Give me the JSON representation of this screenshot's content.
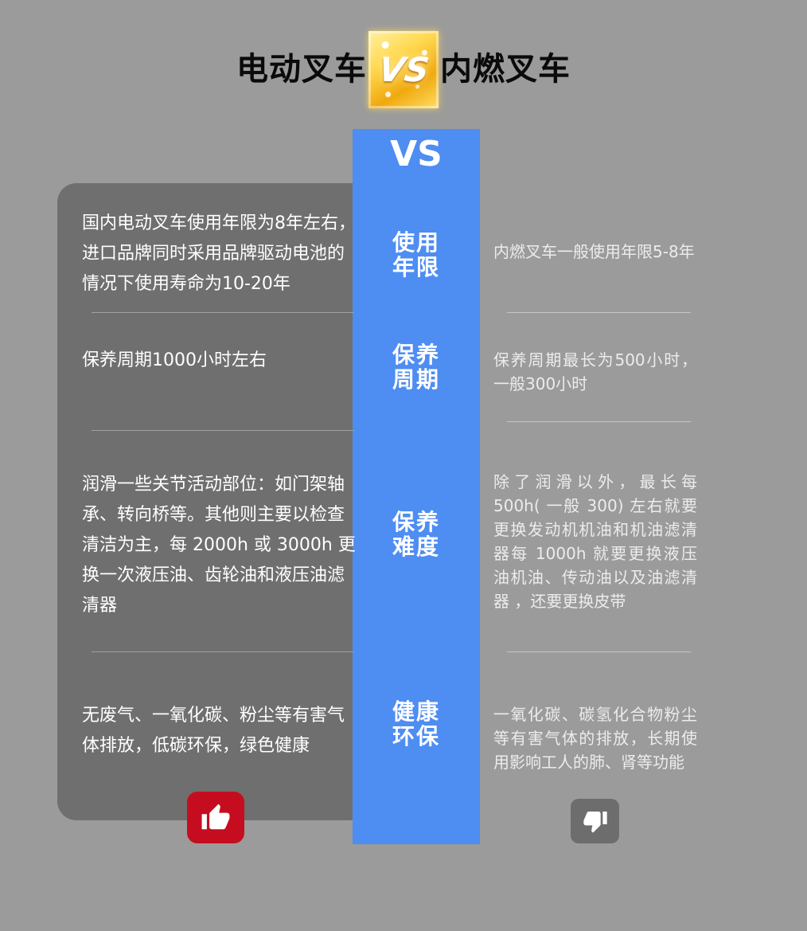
{
  "title": {
    "left": "电动叉车",
    "badge": "VS",
    "right": "内燃叉车"
  },
  "vs_column": {
    "header": "VS",
    "categories": [
      {
        "l1": "使用",
        "l2": "年限"
      },
      {
        "l1": "保养",
        "l2": "周期"
      },
      {
        "l1": "保养",
        "l2": "难度"
      },
      {
        "l1": "健康",
        "l2": "环保"
      }
    ]
  },
  "electric": {
    "rows": [
      "国内电动叉车使用年限为8年左右，进口品牌同时采用品牌驱动电池的情况下使用寿命为10-20年",
      "保养周期1000小时左右",
      "润滑一些关节活动部位：如门架轴承、转向桥等。其他则主要以检查清洁为主，每 2000h 或 3000h 更换一次液压油、齿轮油和液压油滤清器",
      "无废气、一氧化碳、粉尘等有害气体排放，低碳环保，绿色健康"
    ]
  },
  "combustion": {
    "rows": [
      "内燃叉车一般使用年限5-8年",
      "保养周期最长为500小时，一般300小时",
      "除了润滑以外，最长每 500h( 一般 300) 左右就要更换发动机机油和机油滤清器每 1000h 就要更换液压油机油、传动油以及油滤清器 ，还要更换皮带",
      "一氧化碳、碳氢化合物粉尘等有害气体的排放，长期使用影响工人的肺、肾等功能"
    ]
  },
  "colors": {
    "background": "#9b9b9b",
    "panel_gray": "#6f6f6f",
    "accent_blue": "#4e8df2",
    "badge_gold": "#f5b921",
    "thumb_up_red": "#c60d1f",
    "thumb_down_gray": "#6d6d6d"
  }
}
